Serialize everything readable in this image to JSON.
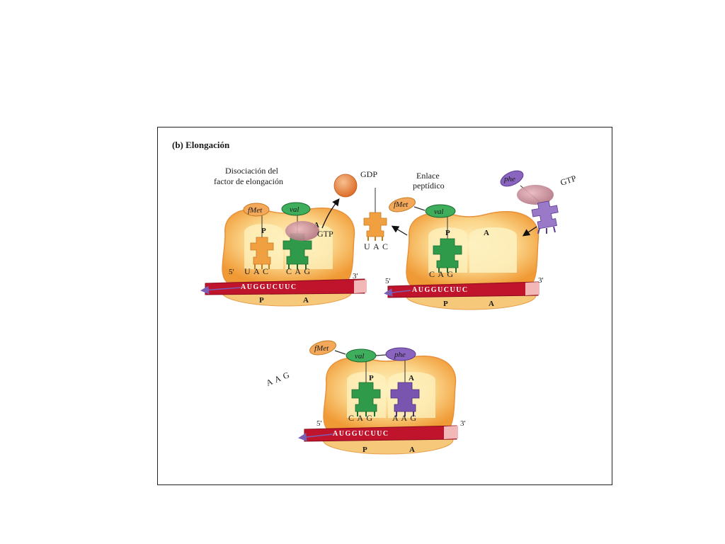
{
  "figure": {
    "title": "(b) Elongación",
    "labels": {
      "dissociation_line1": "Disociación del",
      "dissociation_line2": "factor de elongación",
      "gdp": "GDP",
      "gtp_left": "GTP",
      "gtp_right": "GTP",
      "peptide_bond_line1": "Enlace",
      "peptide_bond_line2": "peptídico",
      "exiting_anticodon_mid": "U A C",
      "exiting_anticodon_bottom": "A A G"
    },
    "ribosome_left": {
      "fmet": "fMet",
      "val": "val",
      "site_p_top": "P",
      "site_a_top": "A",
      "anticodon_p": "U A C",
      "anticodon_a": "C A G",
      "mrna_5": "5'",
      "mrna_3": "3'",
      "mrna_seq": "AUGGUCUUC",
      "site_p_bottom": "P",
      "site_a_bottom": "A"
    },
    "ribosome_right": {
      "fmet": "fMet",
      "val": "val",
      "phe": "phe",
      "site_p_top": "P",
      "site_a_top": "A",
      "anticodon_p": "C A G",
      "mrna_5": "5'",
      "mrna_3": "3'",
      "mrna_seq": "AUGGUCUUC",
      "site_p_bottom": "P",
      "site_a_bottom": "A"
    },
    "ribosome_bottom": {
      "fmet": "fMet",
      "val": "val",
      "phe": "phe",
      "site_p_top": "P",
      "site_a_top": "A",
      "anticodon_p": "C A G",
      "anticodon_a": "A A G",
      "mrna_5": "5'",
      "mrna_3": "3'",
      "mrna_seq": "AUGGUCUUC",
      "site_p_bottom": "P",
      "site_a_bottom": "A"
    },
    "colors": {
      "ribosome_outer": "#f5a445",
      "ribosome_inner": "#fbe9a8",
      "small_subunit": "#f6c97a",
      "mrna": "#c0142c",
      "trna_orange": "#f0a040",
      "trna_green": "#2e9a4a",
      "trna_purple": "#7a55b0",
      "ef_tu": "#c98a96",
      "gdp_ball": "#e8803a",
      "arrow_purple": "#7a5fb5"
    }
  }
}
